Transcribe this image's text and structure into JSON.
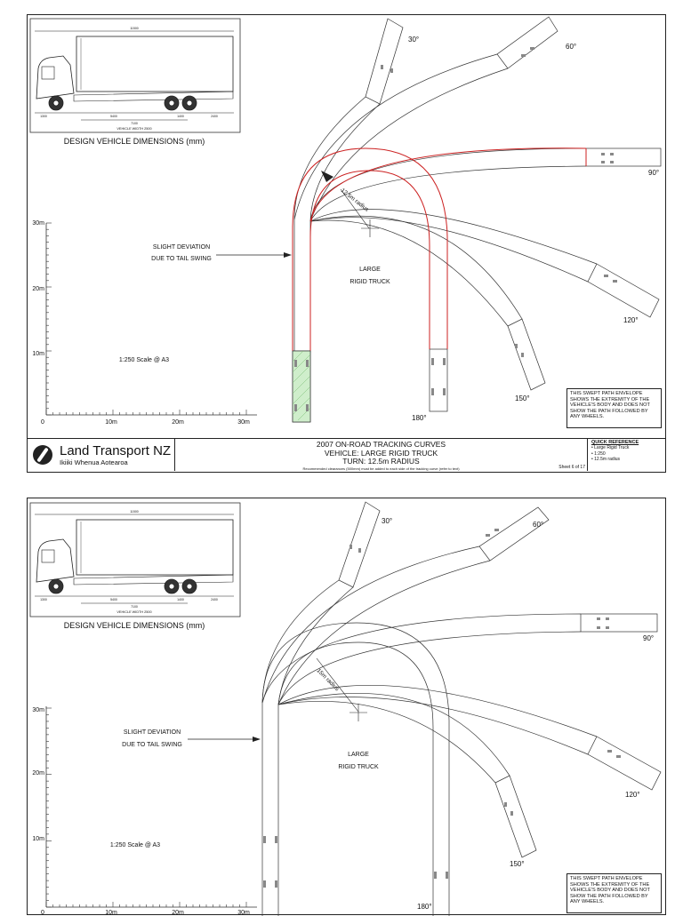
{
  "sheets": [
    {
      "design_heading": "DESIGN VEHICLE DIMENSIONS (mm)",
      "dims": {
        "overall": "11500",
        "front_overhang": "1300",
        "wheelbase": "5400",
        "axle_spacing": "1400",
        "rear_overhang": "2400",
        "base": "7100",
        "width": "VEHICLE WIDTH 2500"
      },
      "radius_label": "12.5m radius",
      "deviation_lines": [
        "SLIGHT DEVIATION",
        "DUE TO TAIL SWING"
      ],
      "vehicle_label_lines": [
        "LARGE",
        "RIGID TRUCK"
      ],
      "scale_label": "1:250 Scale @ A3",
      "axis": {
        "y_ticks": [
          "30m",
          "20m",
          "10m"
        ],
        "x_ticks": [
          "0",
          "10m",
          "20m",
          "30m"
        ]
      },
      "angles": [
        "30°",
        "60°",
        "90°",
        "120°",
        "150°",
        "180°"
      ],
      "note_lines": [
        "THIS SWEPT PATH ENVELOPE",
        "SHOWS THE EXTREMITY OF THE",
        "VEHICLE'S BODY AND DOES NOT",
        "SHOW THE PATH FOLLOWED BY",
        "ANY WHEELS."
      ],
      "title_block": {
        "brand": "Land Transport NZ",
        "brand_sub": "Ikiiki Whenua Aotearoa",
        "line1": "2007 ON-ROAD TRACKING CURVES",
        "line2": "VEHICLE: LARGE RIGID TRUCK",
        "line3": "TURN: 12.5m RADIUS",
        "line4": "Recommended clearances (500mm) must be added to each side of the tracking curve (refer to text)",
        "sheet": "Sheet 6 of 17",
        "quick_ref_title": "QUICK REFERENCE",
        "quick_ref_items": [
          "Large Rigid Truck",
          "1:250",
          "12.5m radius"
        ]
      }
    },
    {
      "design_heading": "DESIGN VEHICLE DIMENSIONS (mm)",
      "dims": {
        "overall": "11500",
        "front_overhang": "1300",
        "wheelbase": "5400",
        "axle_spacing": "1400",
        "rear_overhang": "2400",
        "base": "7100",
        "width": "VEHICLE WIDTH 2500"
      },
      "radius_label": "15m radius",
      "deviation_lines": [
        "SLIGHT DEVIATION",
        "DUE TO TAIL SWING"
      ],
      "vehicle_label_lines": [
        "LARGE",
        "RIGID TRUCK"
      ],
      "scale_label": "1:250 Scale @ A3",
      "axis": {
        "y_ticks": [
          "30m",
          "20m",
          "10m"
        ],
        "x_ticks": [
          "0",
          "10m",
          "20m",
          "30m"
        ]
      },
      "angles": [
        "30°",
        "60°",
        "90°",
        "120°",
        "150°",
        "180°"
      ],
      "note_lines": [
        "THIS SWEPT PATH ENVELOPE",
        "SHOWS THE EXTREMITY OF THE",
        "VEHICLE'S BODY AND DOES NOT",
        "SHOW THE PATH FOLLOWED BY",
        "ANY WHEELS."
      ]
    }
  ],
  "colors": {
    "highlight": "#cc2222",
    "start_fill": "#cfeecb"
  }
}
